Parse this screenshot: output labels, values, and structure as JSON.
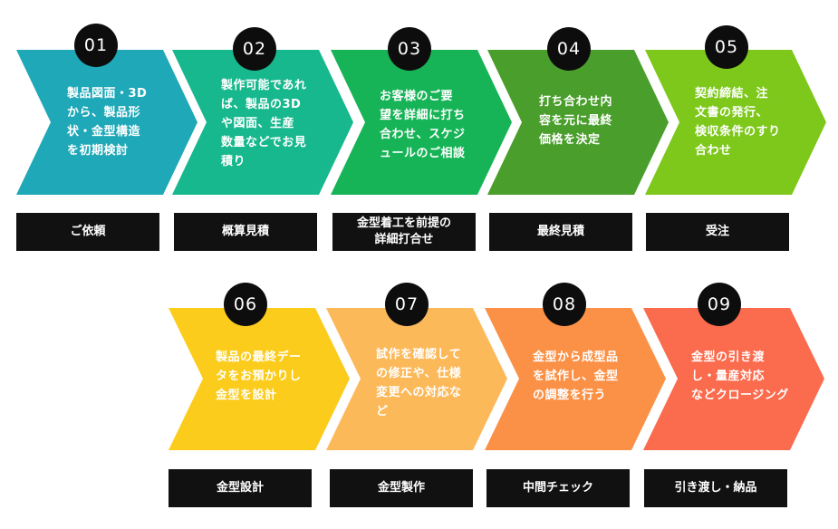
{
  "steps": [
    {
      "num": "01",
      "text": "製品図面・3D\nから、製品形\n状・金型構造\nを初期検討",
      "label": "ご依頼",
      "color": "#1fa8b8"
    },
    {
      "num": "02",
      "text": "製作可能であれ\nば、製品の3D\nや図面、生産\n数量などでお見\n積り",
      "label": "概算見積",
      "color": "#17b88e"
    },
    {
      "num": "03",
      "text": "お客様のご要\n望を詳細に打ち\n合わせ、スケジ\nュールのご相談",
      "label": "金型着工を前提の\n詳細打合せ",
      "color": "#17b457"
    },
    {
      "num": "04",
      "text": "打ち合わせ内\n容を元に最終\n価格を決定",
      "label": "最終見積",
      "color": "#4a9e2c"
    },
    {
      "num": "05",
      "text": "契約締結、注\n文書の発行、\n検収条件のすり\n合わせ",
      "label": "受注",
      "color": "#7dc81a"
    },
    {
      "num": "06",
      "text": "製品の最終デー\nタをお預かりし\n金型を設計",
      "label": "金型設計",
      "color": "#fbcc1c"
    },
    {
      "num": "07",
      "text": "試作を確認して\nの修正や、仕様\n変更への対応な\nど",
      "label": "金型製作",
      "color": "#fcb95a"
    },
    {
      "num": "08",
      "text": "金型から成型品\nを試作し、金型\nの調整を行う",
      "label": "中間チェック",
      "color": "#fb9146"
    },
    {
      "num": "09",
      "text": "金型の引き渡\nし・量産対応\nなどクロージング",
      "label": "引き渡し・納品",
      "color": "#fb6b4d"
    }
  ]
}
